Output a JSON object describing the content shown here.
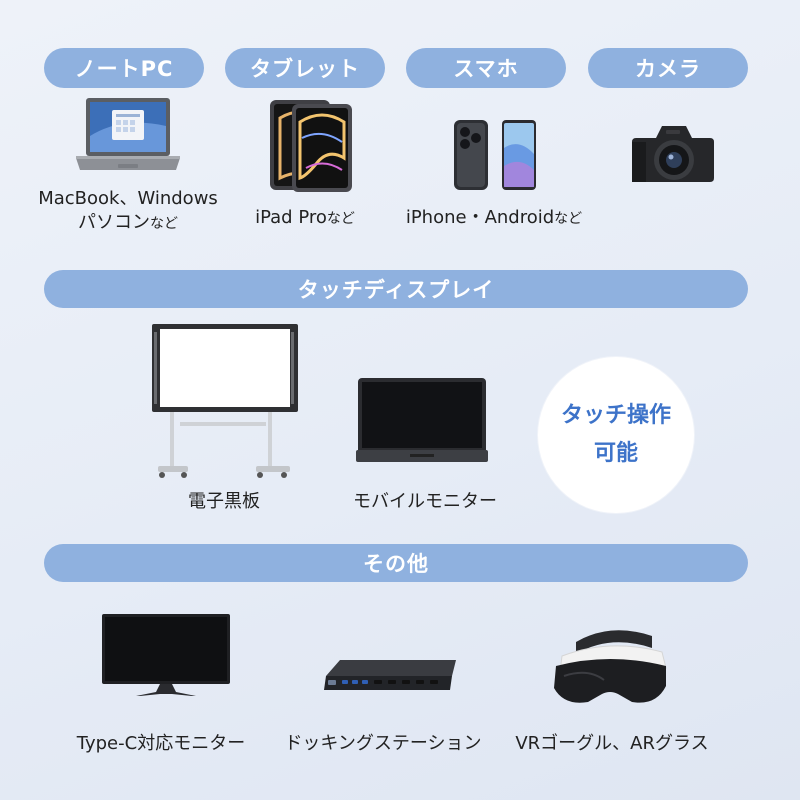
{
  "devices": {
    "laptop_pill": "ノートPC",
    "tablet_pill": "タブレット",
    "phone_pill": "スマホ",
    "camera_pill": "カメラ",
    "laptop_caption_1": "MacBook、Windows",
    "laptop_caption_2": "パソコン",
    "laptop_suffix": "など",
    "tablet_caption": "iPad Pro",
    "tablet_suffix": "など",
    "phone_caption": "iPhone・Android",
    "phone_suffix": "など"
  },
  "touch": {
    "header": "タッチディスプレイ",
    "whiteboard_caption": "電子黒板",
    "mobile_monitor_caption": "モバイルモニター",
    "badge_line1": "タッチ操作",
    "badge_line2": "可能"
  },
  "other": {
    "header": "その他",
    "monitor_caption": "Type-C対応モニター",
    "dock_caption": "ドッキングステーション",
    "vr_caption": "VRゴーグル、ARグラス"
  }
}
